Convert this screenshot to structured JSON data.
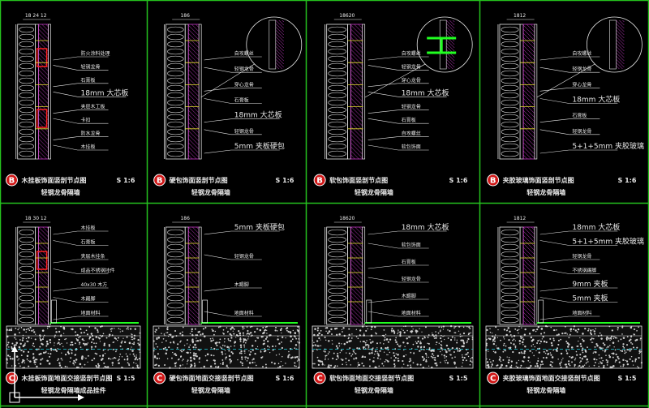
{
  "colors": {
    "background": "#000000",
    "grid": "#25c21e",
    "line": "#e8e8e8",
    "red": "#ff2020",
    "magenta": "#e040e0",
    "cyan": "#20d0e0",
    "green": "#20ff20",
    "yellow": "#e8e030",
    "tag_red": "#d01818"
  },
  "panels": [
    {
      "dim": "18 24 12",
      "tag": "B",
      "title": "木挂板饰面竖剖节点图",
      "scale": "S 1:6",
      "subtitle": "轻钢龙骨隔墙",
      "notes": [
        "防火涂料处理",
        "轻钢龙骨",
        "石膏板",
        "18mm 大芯板",
        "夹层木工板",
        "卡扣",
        "防水龙骨",
        "木挂板"
      ]
    },
    {
      "dim": "186",
      "tag": "B",
      "title": "硬包饰面竖剖节点图",
      "scale": "S 1:6",
      "subtitle": "轻钢龙骨隔墙",
      "notes": [
        "自攻螺丝",
        "轻钢龙骨",
        "穿心龙骨",
        "石膏板",
        "18mm 大芯板",
        "轻钢龙骨",
        "5mm 夹板硬包"
      ]
    },
    {
      "dim": "18620",
      "tag": "B",
      "title": "软包饰面竖剖节点图",
      "scale": "S 1:6",
      "subtitle": "轻钢龙骨隔墙",
      "notes": [
        "自攻螺丝",
        "轻钢龙骨",
        "穿心龙骨",
        "18mm 大芯板",
        "轻钢龙骨",
        "石膏板",
        "自攻螺丝",
        "软包饰面"
      ]
    },
    {
      "dim": "1812",
      "tag": "B",
      "title": "夹胶玻璃饰面竖剖节点图",
      "scale": "S 1:6",
      "subtitle": "轻钢龙骨隔墙",
      "notes": [
        "自攻螺丝",
        "轻钢龙骨",
        "穿心龙骨",
        "18mm 大芯板",
        "石膏板",
        "轻钢龙骨",
        "5+1+5mm 夹胶玻璃"
      ]
    },
    {
      "dim": "18 30 12",
      "tag": "C",
      "title": "木挂板饰面地面交接竖剖节点图",
      "scale": "S 1:5",
      "subtitle": "轻钢龙骨隔墙成品挂件",
      "notes": [
        "木挂板",
        "石膏板",
        "夹层木挂条",
        "成品不锈钢挂件",
        "40x30 木方",
        "木踢脚",
        "地面材料"
      ]
    },
    {
      "dim": "186",
      "tag": "C",
      "title": "硬包饰面地面交接竖剖节点图",
      "scale": "S 1:6",
      "subtitle": "轻钢龙骨隔墙",
      "notes": [
        "5mm 夹板硬包",
        "轻钢龙骨",
        "木踢脚",
        "地面材料"
      ]
    },
    {
      "dim": "18620",
      "tag": "C",
      "title": "软包饰面地面交接竖剖节点图",
      "scale": "S 1:5",
      "subtitle": "轻钢龙骨隔墙",
      "notes": [
        "18mm 大芯板",
        "软包饰面",
        "石膏板",
        "轻钢龙骨",
        "木踢脚",
        "地面材料"
      ]
    },
    {
      "dim": "1812",
      "tag": "C",
      "title": "夹胶玻璃饰面地面交接竖剖节点图",
      "scale": "S 1:5",
      "subtitle": "轻钢龙骨隔墙",
      "notes": [
        "18mm 大芯板",
        "5+1+5mm 夹胶玻璃",
        "轻钢龙骨",
        "不锈钢踢脚",
        "9mm 夹板",
        "5mm 夹板",
        "地面材料"
      ]
    }
  ]
}
